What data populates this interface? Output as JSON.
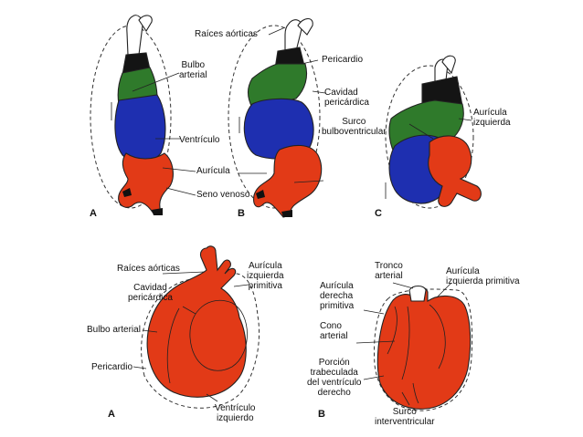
{
  "top": {
    "panels": {
      "a": "A",
      "b": "B",
      "c": "C"
    },
    "labels": {
      "raices": "Raíces aórticas",
      "bulbo": "Bulbo\narterial",
      "pericardio": "Pericardio",
      "cavidad": "Cavidad\npericárdica",
      "ventriculo": "Ventrículo",
      "auricula": "Aurícula",
      "seno": "Seno venoso",
      "surco": "Surco\nbulboventricular",
      "auricula_izq": "Aurícula\nizquierda"
    }
  },
  "bottom": {
    "panels": {
      "a": "A",
      "b": "B"
    },
    "labels": {
      "raices": "Raíces aórticas",
      "cavidad": "Cavidad\npericárdica",
      "auricula_izq_prim": "Aurícula\nizquierda\nprimitiva",
      "bulbo": "Bulbo arterial",
      "pericardio": "Pericardio",
      "ventriculo_izq": "Ventrículo\nizquierdo",
      "tronco": "Tronco\narterial",
      "auricula_izq_prim_b": "Aurícula\nizquierda primitiva",
      "auricula_der": "Aurícula\nderecha\nprimitiva",
      "cono": "Cono\narterial",
      "porcion": "Porción\ntrabeculada\ndel ventrículo\nderecho",
      "surco_iv": "Surco\ninterventricular"
    }
  },
  "colors": {
    "bulbo": "#2f7a2b",
    "ventriculo": "#1e2fb0",
    "auricula": "#e23a17",
    "raices": "#ffffff",
    "dark": "#141414",
    "outline": "#2a2a2a"
  }
}
